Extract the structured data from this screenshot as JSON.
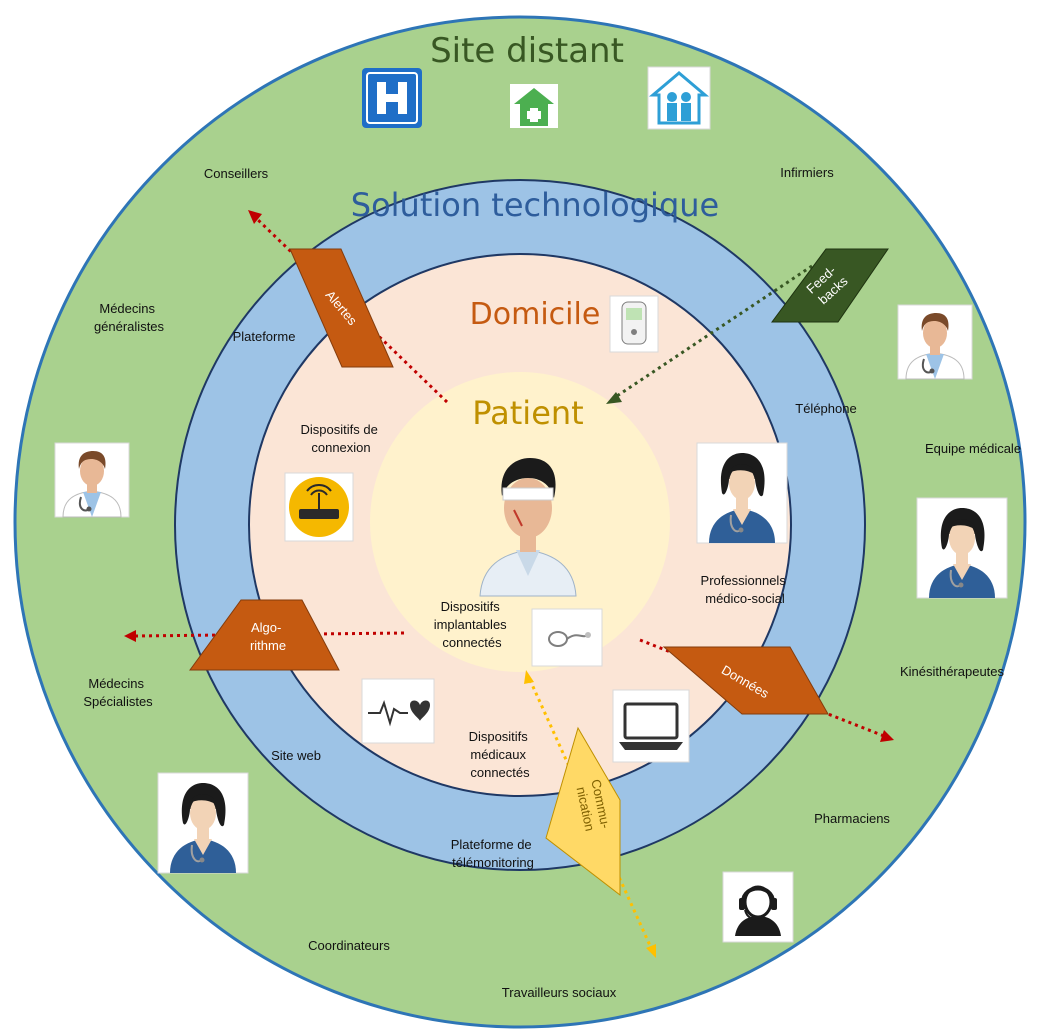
{
  "colors": {
    "outer_ring": "#a9d18e",
    "middle_ring": "#9dc3e6",
    "inner_disc": "#fbe5d6",
    "center_disc": "#fff2cc",
    "ring_border": "#1f3864",
    "orange_arrow": "#c55a11",
    "green_arrow": "#385723",
    "yellow_arrow": "#ffc000",
    "red_arrow": "#c00000"
  },
  "titles": {
    "outer": "Site distant",
    "middle": "Solution technologique",
    "inner": "Domicile",
    "center": "Patient"
  },
  "outer_labels": {
    "conseillers": "Conseillers",
    "infirmiers": "Infirmiers",
    "medecins_generalistes": [
      "Médecins",
      "généralistes"
    ],
    "equipe_medicale": "Equipe médicale",
    "medecins_specialistes": [
      "Médecins",
      "Spécialistes"
    ],
    "kinesitherapeutes": "Kinésithérapeutes",
    "pharmaciens": "Pharmaciens",
    "coordinateurs": "Coordinateurs",
    "travailleurs_sociaux": "Travailleurs sociaux"
  },
  "middle_labels": {
    "plateforme": "Plateforme",
    "telephone": "Téléphone",
    "site_web": "Site web",
    "plateforme_telemonitoring": [
      "Plateforme de",
      "télémonitoring"
    ]
  },
  "inner_labels": {
    "dispositifs_connexion": [
      "Dispositifs de",
      "connexion"
    ],
    "professionnels": [
      "Professionnels",
      "médico-social"
    ],
    "dispositifs_medicaux": [
      "Dispositifs",
      "médicaux",
      "connectés"
    ],
    "dispositifs_implantables": [
      "Dispositifs",
      "implantables",
      "connectés"
    ]
  },
  "flows": {
    "alertes": "Alertes",
    "feedbacks": [
      "Feed-",
      "backs"
    ],
    "algorithme": [
      "Algo-",
      "rithme"
    ],
    "donnees": "Données",
    "communication": [
      "Commu-",
      "nication"
    ]
  },
  "icons": [
    "hospital-icon",
    "home-care-icon",
    "elderly-home-icon",
    "glucose-meter-icon",
    "patient-icon",
    "router-icon",
    "nurse-icon",
    "implant-icon",
    "heartbeat-icon",
    "laptop-icon",
    "doctor-icon",
    "call-center-icon"
  ]
}
